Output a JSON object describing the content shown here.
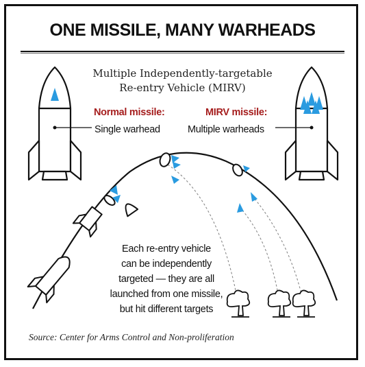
{
  "title": "ONE MISSILE, MANY WARHEADS",
  "subtitle_line1": "Multiple Independently-targetable",
  "subtitle_line2": "Re-entry Vehicle (MIRV)",
  "normal": {
    "heading": "Normal missile:",
    "text": "Single warhead"
  },
  "mirv": {
    "heading": "MIRV missile:",
    "text": "Multiple warheads"
  },
  "description": [
    "Each re-entry vehicle",
    "can be independently",
    "targeted — they are all",
    "launched from one missile,",
    "but hit different targets"
  ],
  "source": "Source: Center for Arms Control and Non-proliferation",
  "colors": {
    "warhead": "#2a9be0",
    "accent_red": "#a51d1d",
    "ink": "#111111"
  }
}
